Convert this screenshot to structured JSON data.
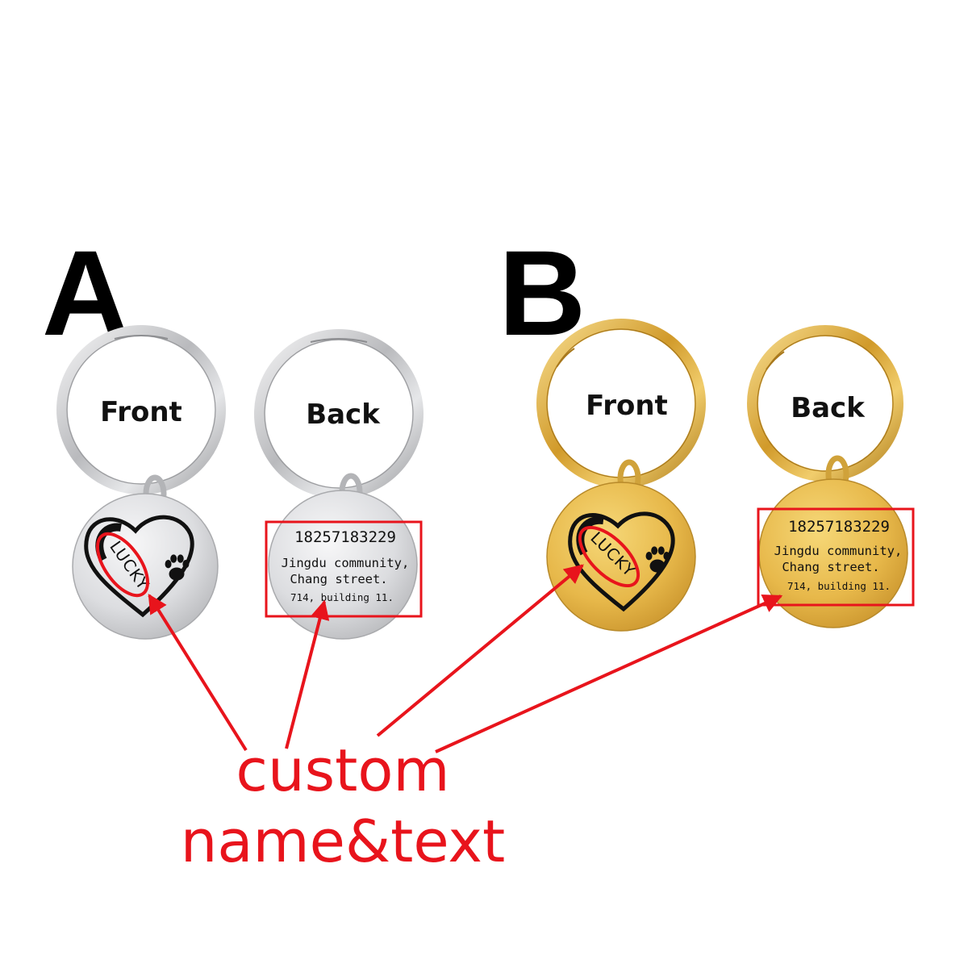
{
  "colors": {
    "silver": "#c9cacc",
    "gold": "#e2b243",
    "annotation_red": "#e8141c"
  },
  "variant_a": {
    "letter": "A",
    "finish": "silver",
    "front_label": "Front",
    "back_label": "Back",
    "front_name": "LUCKY",
    "back_phone": "18257183229",
    "back_line1": "Jingdu community,",
    "back_line2": "Chang street.",
    "back_line3": "714, building 11."
  },
  "variant_b": {
    "letter": "B",
    "finish": "gold",
    "front_label": "Front",
    "back_label": "Back",
    "front_name": "LUCKY",
    "back_phone": "18257183229",
    "back_line1": "Jingdu community,",
    "back_line2": "Chang street.",
    "back_line3": "714, building 11."
  },
  "annotation": {
    "line1": "custom",
    "line2": "name&text"
  },
  "icons": [
    "heart-icon",
    "paw-print-icon"
  ]
}
